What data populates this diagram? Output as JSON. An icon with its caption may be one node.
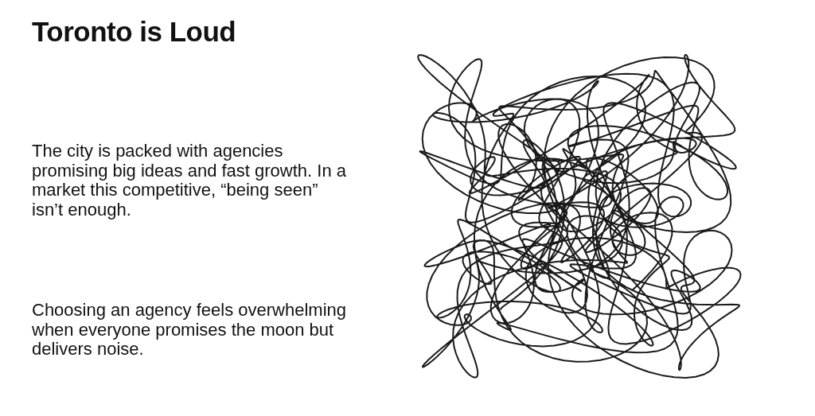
{
  "diagram": {
    "title": "Toronto is Loud",
    "labels": [
      "The city is packed with agencies promising big ideas and fast growth. In a market this competitive, “being seen” isn’t enough.",
      "Choosing an agency feels overwhelming when everyone promises the moon but delivers noise."
    ]
  }
}
